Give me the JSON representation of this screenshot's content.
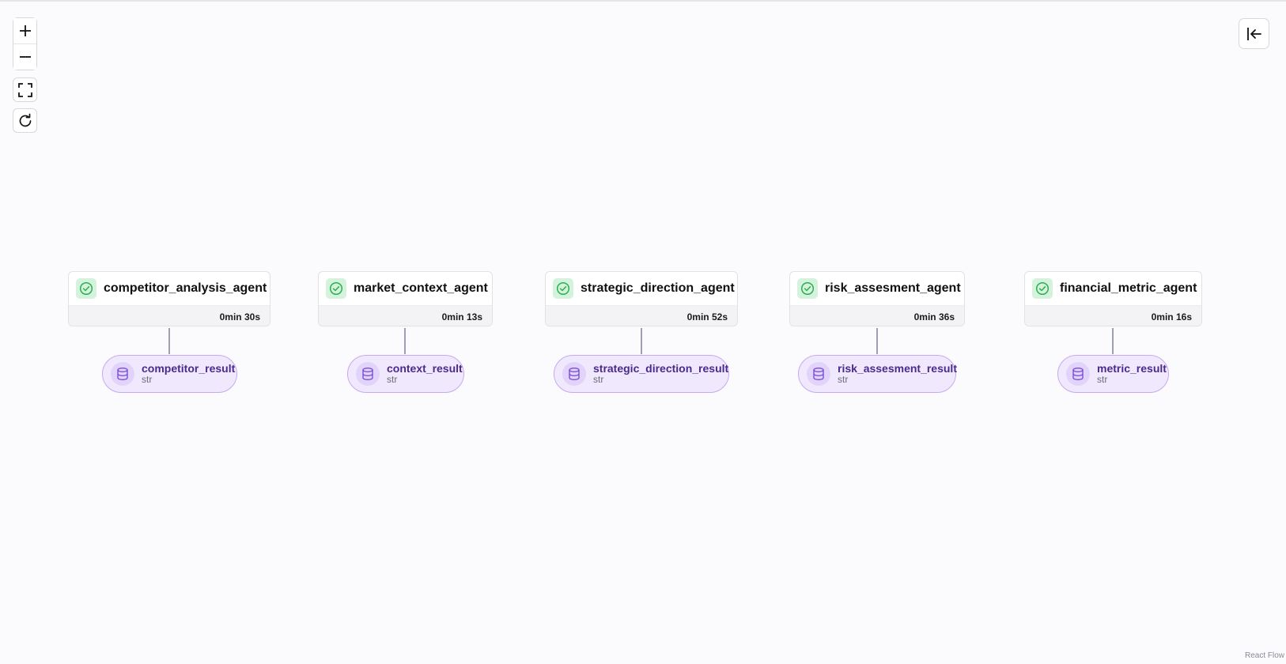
{
  "controls": {
    "zoom_in": "zoom-in",
    "zoom_out": "zoom-out",
    "fit_view": "fit-view",
    "refresh": "refresh",
    "collapse_panel": "collapse-panel"
  },
  "colors": {
    "success_bg": "#d5f3dc",
    "success_icon": "#2bb04f",
    "result_bg": "#f0e8fd",
    "result_border": "#c6a9f0",
    "result_text": "#4a2a8c",
    "edge": "#9ca0b0"
  },
  "agents": [
    {
      "name": "competitor_analysis_agent",
      "status": "success",
      "duration": "0min 30s",
      "output": {
        "name": "competitor_result",
        "type": "str"
      }
    },
    {
      "name": "market_context_agent",
      "status": "success",
      "duration": "0min 13s",
      "output": {
        "name": "context_result",
        "type": "str"
      }
    },
    {
      "name": "strategic_direction_agent",
      "status": "success",
      "duration": "0min 52s",
      "output": {
        "name": "strategic_direction_result",
        "type": "str"
      }
    },
    {
      "name": "risk_assesment_agent",
      "status": "success",
      "duration": "0min 36s",
      "output": {
        "name": "risk_assesment_result",
        "type": "str"
      }
    },
    {
      "name": "financial_metric_agent",
      "status": "success",
      "duration": "0min 16s",
      "output": {
        "name": "metric_result",
        "type": "str"
      }
    }
  ],
  "attribution": "React Flow"
}
